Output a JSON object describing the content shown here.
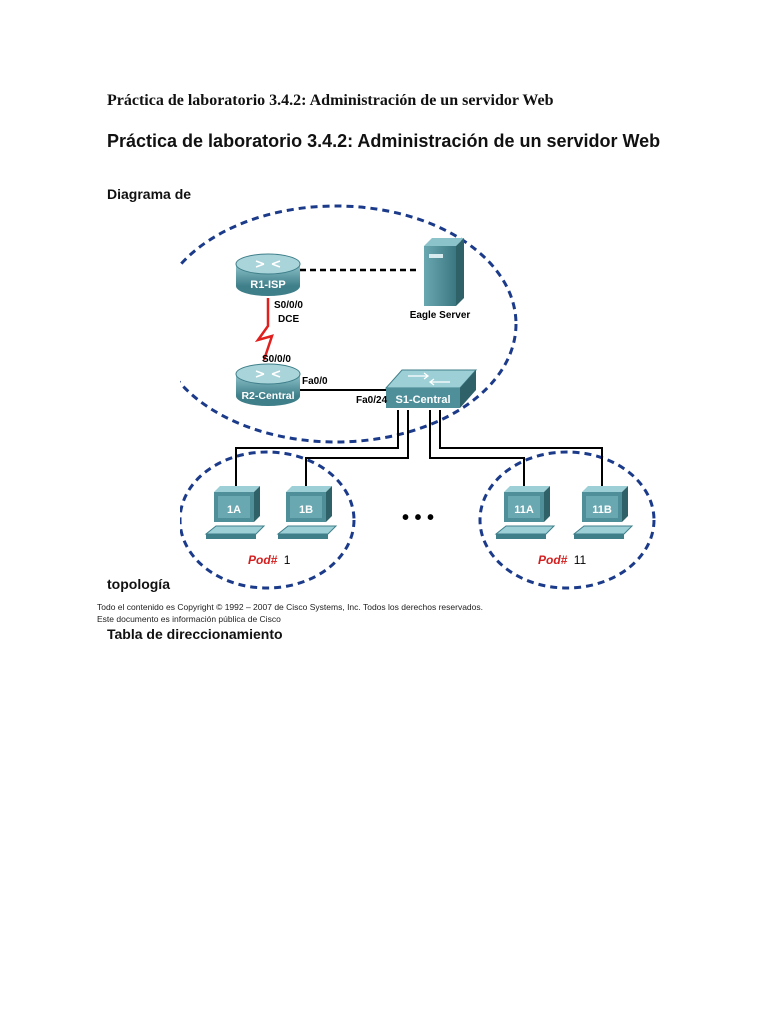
{
  "document": {
    "header": "Práctica de laboratorio 3.4.2: Administración de un servidor Web",
    "title": "Práctica de laboratorio 3.4.2: Administración de un servidor Web",
    "diagram_heading": "Diagrama de",
    "topology_heading": "topología",
    "table_heading": "Tabla de direccionamiento",
    "footer_copyright": "Todo el contenido es Copyright © 1992 – 2007 de Cisco Systems, Inc. Todos los derechos reservados.",
    "footer_public": "Este documento es información pública de Cisco"
  },
  "diagram": {
    "r1_label": "R1-ISP",
    "r2_label": "R2-Central",
    "switch_label": "S1-Central",
    "server_label": "Eagle Server",
    "r1_serial": "S0/0/0",
    "r1_dce": "DCE",
    "r2_serial": "S0/0/0",
    "r2_fa": "Fa0/0",
    "switch_fa": "Fa0/24",
    "pc_1a": "1A",
    "pc_1b": "1B",
    "pc_11a": "11A",
    "pc_11b": "11B",
    "pod_word": "Pod#",
    "pod_left_num": "1",
    "pod_right_num": "11",
    "ellipsis": "• • •",
    "colors": {
      "router": "#4e8f9a",
      "switch": "#4e8f9a",
      "dashed_boundary": "#1b3b8a",
      "serial_link": "#e0201e",
      "pod_text": "#d42020"
    }
  }
}
